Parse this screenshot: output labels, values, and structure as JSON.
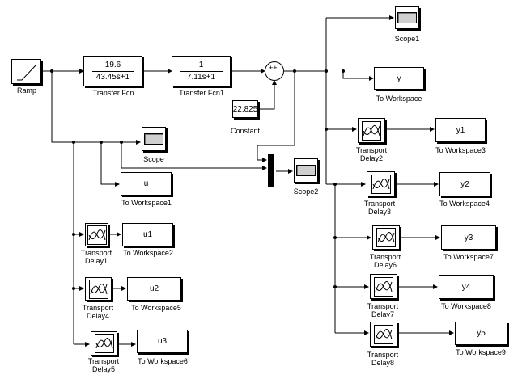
{
  "blocks": {
    "ramp": {
      "label": "Ramp"
    },
    "tf1": {
      "num": "19.6",
      "den": "43.45s+1",
      "label": "Transfer Fcn"
    },
    "tf2": {
      "num": "1",
      "den": "7.11s+1",
      "label": "Transfer Fcn1"
    },
    "sum": {
      "signs": "++"
    },
    "constant": {
      "value": "22.825",
      "label": "Constant"
    },
    "scope": {
      "label": "Scope"
    },
    "scope1": {
      "label": "Scope1"
    },
    "scope2": {
      "label": "Scope2"
    },
    "mux": {
      "label": ""
    },
    "ws_y": {
      "var": "y",
      "label": "To Workspace"
    },
    "ws_u": {
      "var": "u",
      "label": "To Workspace1"
    },
    "td1": {
      "line1": "Transport",
      "line2": "Delay1"
    },
    "ws2": {
      "var": "u1",
      "label": "To Workspace2"
    },
    "td4": {
      "line1": "Transport",
      "line2": "Delay4"
    },
    "ws5": {
      "var": "u2",
      "label": "To Workspace5"
    },
    "td5": {
      "line1": "Transport",
      "line2": "Delay5"
    },
    "ws6": {
      "var": "u3",
      "label": "To Workspace6"
    },
    "td2": {
      "line1": "Transport",
      "line2": "Delay2"
    },
    "ws3": {
      "var": "y1",
      "label": "To Workspace3"
    },
    "td3": {
      "line1": "Transport",
      "line2": "Delay3"
    },
    "ws4": {
      "var": "y2",
      "label": "To Workspace4"
    },
    "td6": {
      "line1": "Transport",
      "line2": "Delay6"
    },
    "ws7": {
      "var": "y3",
      "label": "To Workspace7"
    },
    "td7": {
      "line1": "Transport",
      "line2": "Delay7"
    },
    "ws8": {
      "var": "y4",
      "label": "To Workspace8"
    },
    "td8": {
      "line1": "Transport",
      "line2": "Delay8"
    },
    "ws9": {
      "var": "y5",
      "label": "To Workspace9"
    }
  },
  "icons": {
    "ramp": "ramp-icon",
    "scope": "scope-icon",
    "transport_delay": "transport-delay-icon",
    "mux": "mux-icon",
    "sum": "sum-icon"
  }
}
